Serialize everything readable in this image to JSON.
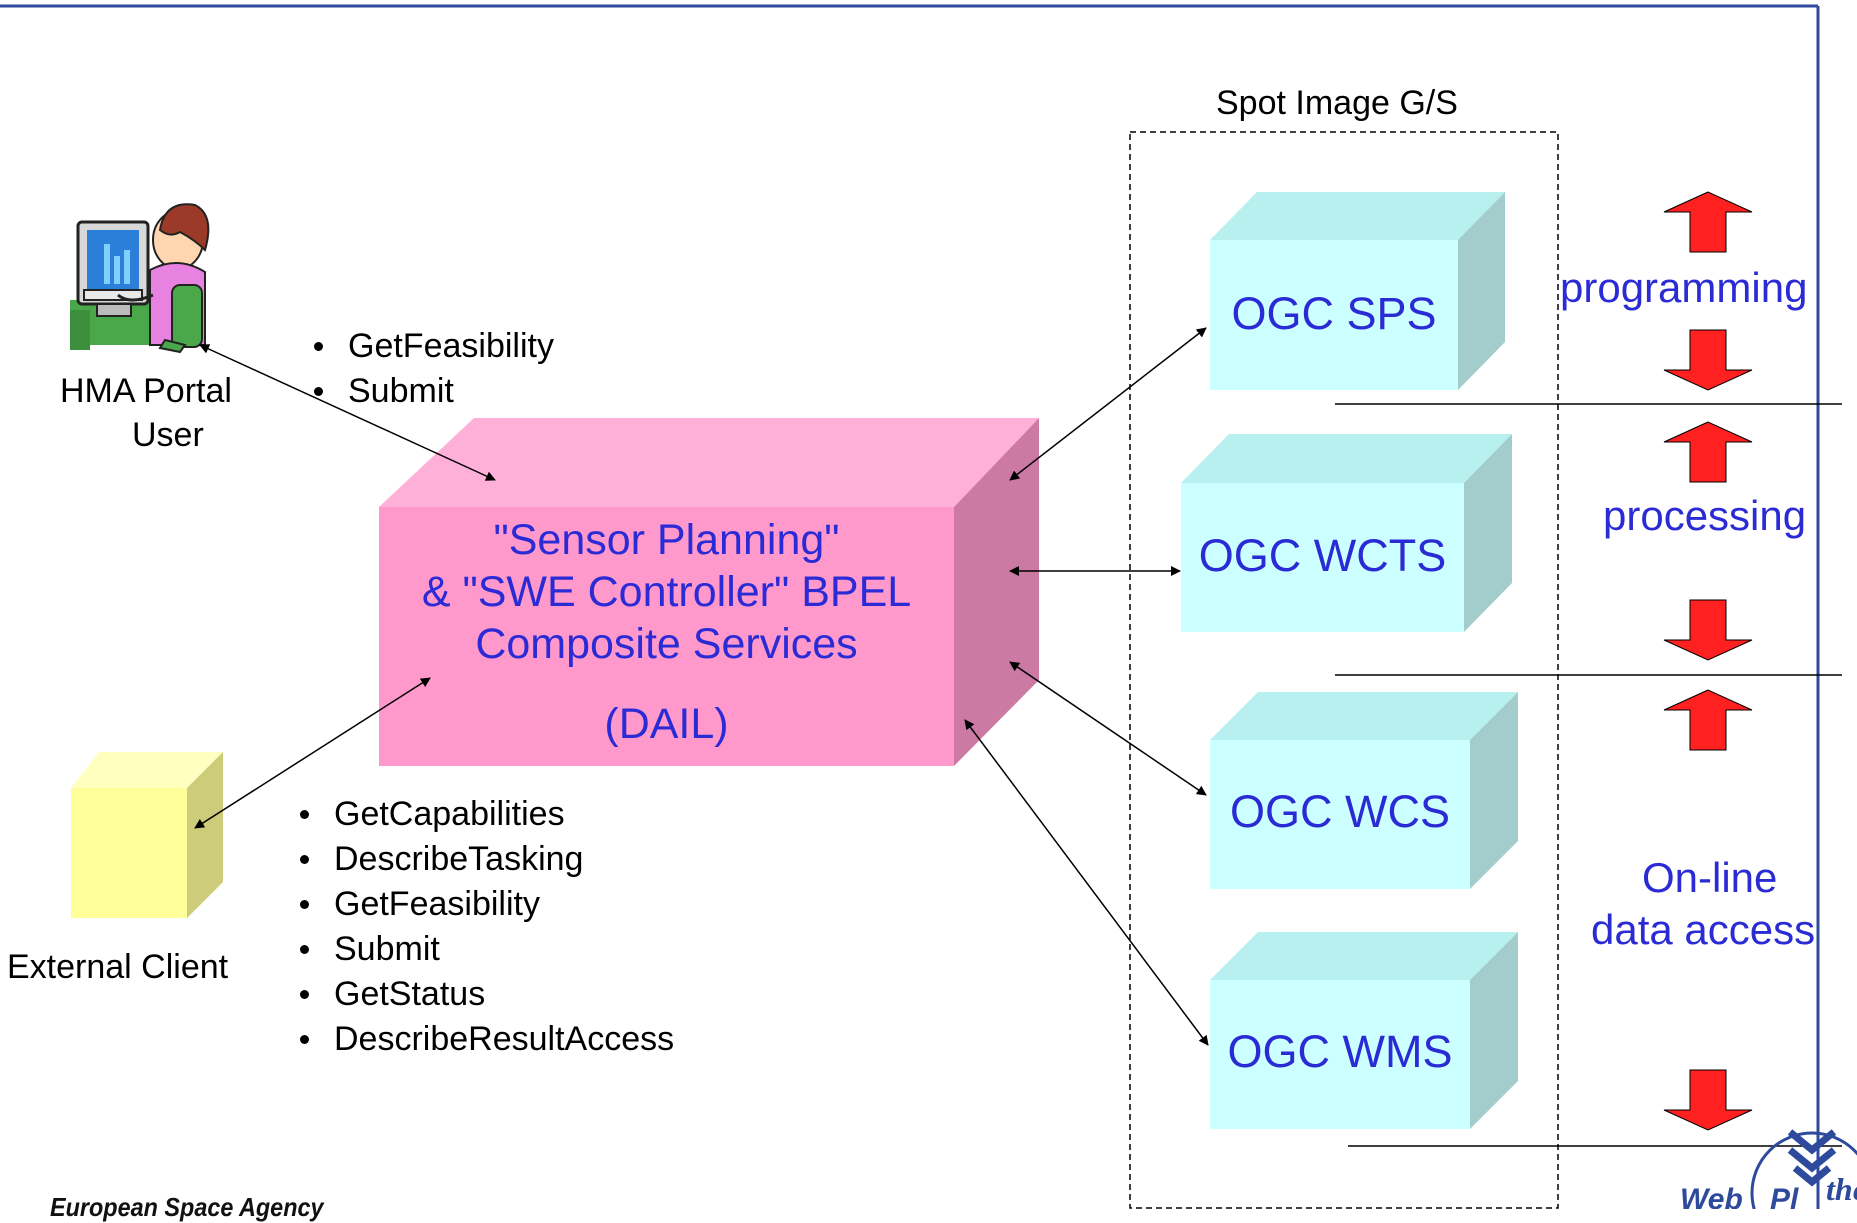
{
  "groundSegment": {
    "title": "Spot Image G/S"
  },
  "actors": {
    "portalUser": {
      "line1": "HMA Portal",
      "line2": "User"
    },
    "externalClient": {
      "label": "External Client"
    }
  },
  "topOperations": [
    "GetFeasibility",
    "Submit"
  ],
  "bottomOperations": [
    "GetCapabilities",
    "DescribeTasking",
    "GetFeasibility",
    "Submit",
    "GetStatus",
    "DescribeResultAccess"
  ],
  "dail": {
    "line1": "\"Sensor Planning\"",
    "line2": "& \"SWE Controller\" BPEL",
    "line3": "Composite Services",
    "line4": "(DAIL)"
  },
  "services": {
    "sps": "OGC SPS",
    "wcts": "OGC WCTS",
    "wcs": "OGC WCS",
    "wms": "OGC WMS"
  },
  "phases": {
    "programming": "programming",
    "processing": "processing",
    "online1": "On-line",
    "online2": "data access"
  },
  "footer": {
    "agency": "European Space Agency"
  },
  "colors": {
    "frame": "#2e4a9c",
    "text_blue": "#2b2bd6",
    "dail_front": "#ff99cc",
    "dail_top": "#ffb0d8",
    "dail_side": "#cc7aa3",
    "svc_front": "#ccffff",
    "svc_top": "#b8efef",
    "svc_side": "#a3cccc",
    "client_front": "#ffff99",
    "client_side": "#cccc7a",
    "arrow_red": "#ff2020"
  }
}
